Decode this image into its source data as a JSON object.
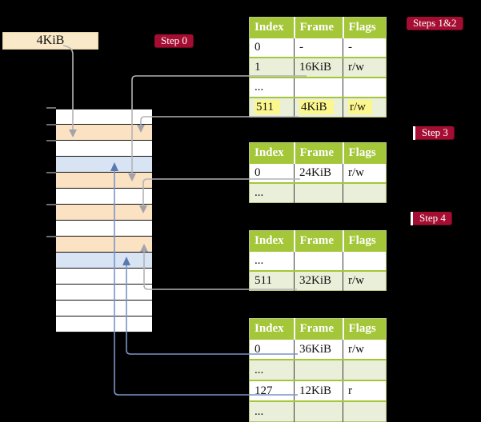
{
  "root_pointer": {
    "label": "4KiB"
  },
  "badges": {
    "step0": {
      "label": "Step 0"
    },
    "steps12": {
      "label": "Steps 1&2"
    },
    "step3": {
      "label": "Step 3"
    },
    "step4": {
      "label": "Step 4"
    }
  },
  "table_headers": [
    "Index",
    "Frame",
    "Flags"
  ],
  "tables": [
    {
      "name": "steps-1-2",
      "rows": [
        {
          "index": "0",
          "frame": "-",
          "flags": "-"
        },
        {
          "index": "1",
          "frame": "16KiB",
          "flags": "r/w"
        },
        {
          "index": "...",
          "frame": "",
          "flags": ""
        },
        {
          "index": "511",
          "frame": "4KiB",
          "flags": "r/w"
        }
      ]
    },
    {
      "name": "step-3",
      "rows": [
        {
          "index": "0",
          "frame": "24KiB",
          "flags": "r/w"
        },
        {
          "index": "...",
          "frame": "",
          "flags": ""
        }
      ]
    },
    {
      "name": "step-4",
      "rows": [
        {
          "index": "...",
          "frame": "",
          "flags": ""
        },
        {
          "index": "511",
          "frame": "32KiB",
          "flags": "r/w"
        }
      ]
    },
    {
      "name": "final",
      "rows": [
        {
          "index": "0",
          "frame": "36KiB",
          "flags": "r/w"
        },
        {
          "index": "...",
          "frame": "",
          "flags": ""
        },
        {
          "index": "127",
          "frame": "12KiB",
          "flags": "r"
        },
        {
          "index": "...",
          "frame": "",
          "flags": ""
        }
      ]
    }
  ],
  "memory": {
    "rows": [
      "plain",
      "pagetable",
      "plain",
      "mapped",
      "pagetable",
      "plain",
      "pagetable",
      "plain",
      "pagetable",
      "mapped",
      "plain",
      "plain",
      "plain",
      "plain"
    ]
  },
  "colors": {
    "header_green": "#A4C639",
    "row_green": "#EAEFD9",
    "table_border": "#B9C77C",
    "peach": "#FBE2C3",
    "blue_row": "#D8E4F4",
    "badge_red": "#A50D32",
    "highlight_yellow": "#FBF78E",
    "cream": "#FAE9C9",
    "cream_border": "#E2D0A0",
    "line_gray": "#B3B3B6",
    "arrow_gray": "#A3A3AB",
    "line_blue": "#7B94C6",
    "arrow_blue": "#5B79AE",
    "tick_gray": "#8A8A8A"
  }
}
